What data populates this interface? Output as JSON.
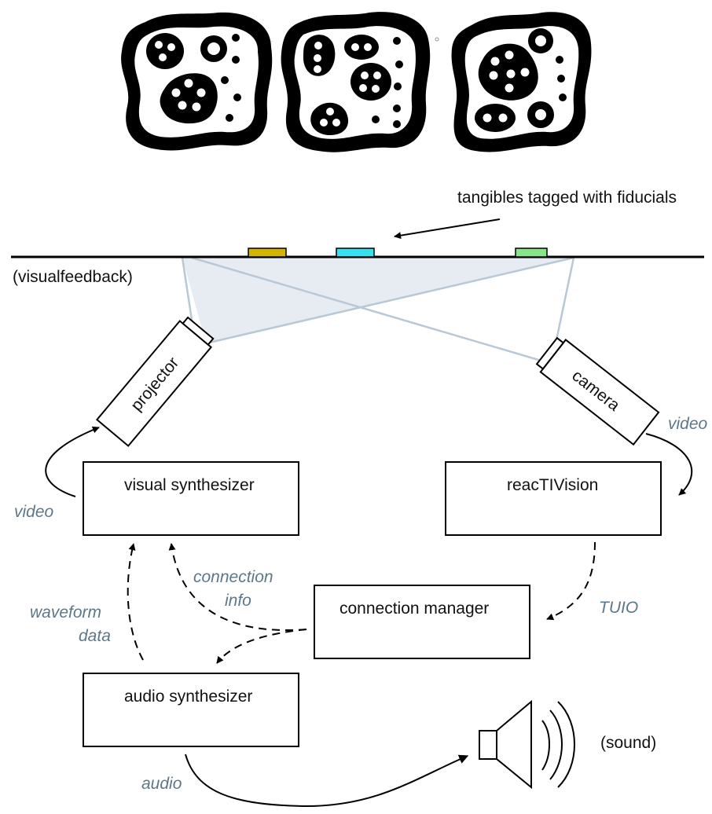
{
  "labels": {
    "tangibles": "tangibles tagged with fiducials",
    "visual_feedback": "(visualfeedback)",
    "projector": "projector",
    "camera": "camera",
    "video_left": "video",
    "video_right": "video",
    "visual_synth": "visual synthesizer",
    "reactivision": "reacTIVision",
    "connection_info_1": "connection",
    "connection_info_2": "info",
    "waveform_1": "waveform",
    "waveform_2": "data",
    "connection_manager": "connection manager",
    "tuio": "TUIO",
    "audio_synth": "audio synthesizer",
    "sound": "(sound)",
    "audio": "audio"
  },
  "colors": {
    "tangible_1": "#d4b400",
    "tangible_2": "#35e0f0",
    "tangible_3": "#86e686",
    "beam": "#b8c8d6",
    "beam_fill": "#dfe6ee",
    "italic_label": "#5c7888"
  }
}
